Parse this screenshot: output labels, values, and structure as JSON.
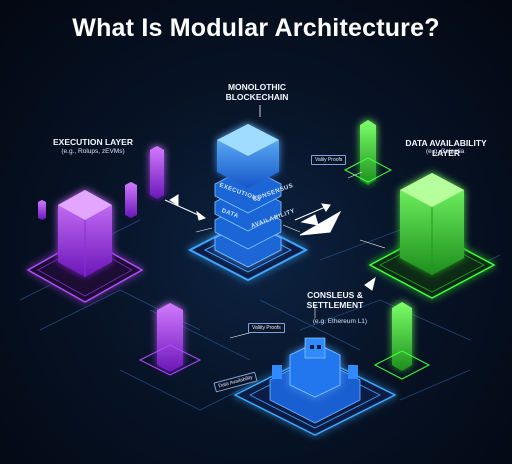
{
  "title": "What Is Modular Architecture?",
  "monolithic": {
    "label": "MONOLOTHIC\nBLOCKECHAIN",
    "layers": [
      "EXECUTIONS",
      "CONSENSUS",
      "DATA",
      "AVAILABILITY"
    ]
  },
  "execution": {
    "label": "EXECUTION LAYER",
    "sub": "(e.g., Rolups, zEVMs)"
  },
  "data_availability": {
    "label": "DATA AVAILABILITY\nLAYER",
    "sub": "(e.g. Celestia"
  },
  "consensus": {
    "label": "CONSLEUS &\nSETTLEMENT",
    "sub": "(e.g. Ethereum L1)"
  },
  "tags": {
    "validity_proofs_top": "Valiiy Proofs",
    "validity_proofs_bottom": "Valiity Proofs",
    "data_availability": "Data Availability"
  },
  "colors": {
    "purple": "#b44cff",
    "blue": "#2f8bff",
    "green": "#3dff3d",
    "core": "#3aa8ff"
  },
  "icons": [
    "arrow-icon",
    "block-icon",
    "pixel-castle-icon"
  ]
}
